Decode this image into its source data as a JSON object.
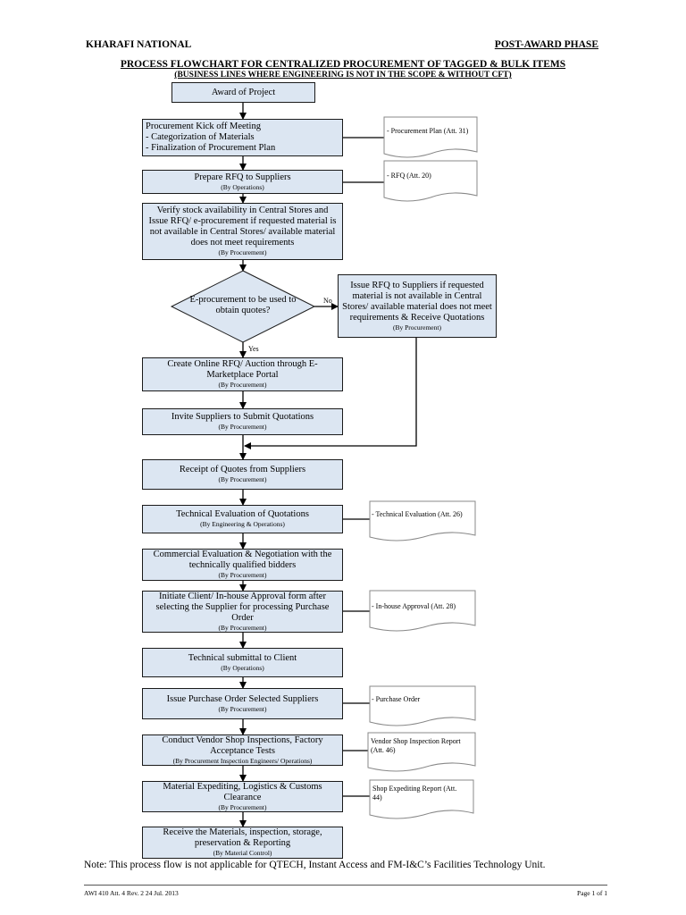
{
  "header": {
    "company": "KHARAFI NATIONAL",
    "phase": "POST-AWARD PHASE",
    "title": "PROCESS FLOWCHART FOR CENTRALIZED PROCUREMENT OF TAGGED & BULK ITEMS",
    "subtitle": "(BUSINESS LINES WHERE ENGINEERING IS NOT IN THE SCOPE & WITHOUT CFT)"
  },
  "steps": {
    "award": {
      "text": "Award of Project"
    },
    "kickoff": {
      "line1": "Procurement Kick off Meeting",
      "line2": "- Categorization of Materials",
      "line3": "- Finalization of Procurement Plan"
    },
    "prepare_rfq": {
      "text": "Prepare RFQ to Suppliers",
      "by": "(By Operations)"
    },
    "verify_stock": {
      "text": "Verify stock availability in Central Stores and Issue RFQ/ e-procurement if requested material is not available in Central Stores/ available material does not meet requirements",
      "by": "(By Procurement)"
    },
    "decision": {
      "text": "E-procurement to be used to obtain quotes?",
      "no": "No",
      "yes": "Yes"
    },
    "issue_rfq": {
      "text": "Issue RFQ to Suppliers if requested material is not available in Central Stores/ available material does not meet requirements & Receive Quotations",
      "by": "(By Procurement)"
    },
    "online_rfq": {
      "text": "Create Online RFQ/ Auction through E-Marketplace Portal",
      "by": "(By Procurement)"
    },
    "invite": {
      "text": "Invite Suppliers to Submit Quotations",
      "by": "(By Procurement)"
    },
    "receipt": {
      "text": "Receipt of Quotes from Suppliers",
      "by": "(By Procurement)"
    },
    "tech_eval": {
      "text": "Technical Evaluation of Quotations",
      "by": "(By Engineering & Operations)"
    },
    "comm_eval": {
      "text": "Commercial Evaluation & Negotiation with the technically qualified bidders",
      "by": "(By Procurement)"
    },
    "approval": {
      "text": "Initiate Client/ In-house Approval form after selecting the Supplier for processing Purchase Order",
      "by": "(By Procurement)"
    },
    "tech_submittal": {
      "text": "Technical submittal to Client",
      "by": "(By Operations)"
    },
    "purchase_order": {
      "text": "Issue Purchase Order Selected Suppliers",
      "by": "(By Procurement)"
    },
    "inspection": {
      "text": "Conduct Vendor Shop Inspections, Factory Acceptance Tests",
      "by": "(By Procurement Inspection Engineers/ Operations)"
    },
    "expediting": {
      "text": "Material Expediting, Logistics & Customs Clearance",
      "by": "(By Procurement)"
    },
    "receive": {
      "text": "Receive the Materials, inspection, storage, preservation & Reporting",
      "by": "(By Material Control)"
    }
  },
  "documents": {
    "procurement_plan": "- Procurement Plan (Att. 31)",
    "rfq": "- RFQ (Att. 20)",
    "tech_eval": "- Technical Evaluation (Att. 26)",
    "inhouse_approval": "- In-house Approval (Att. 28)",
    "purchase_order": "- Purchase Order",
    "vendor_inspection": "Vendor Shop Inspection Report (Att. 46)",
    "shop_expediting": "Shop Expediting Report (Att. 44)"
  },
  "note": "Note: This process flow is not applicable for QTECH, Instant Access and FM-I&C’s Facilities Technology Unit.",
  "footer": {
    "ref": "AWI 410 Att. 4 Rev. 2  24 Jul. 2013",
    "page": "Page 1 of 1"
  },
  "colors": {
    "box_fill": "#dce6f2",
    "line": "#000000"
  }
}
